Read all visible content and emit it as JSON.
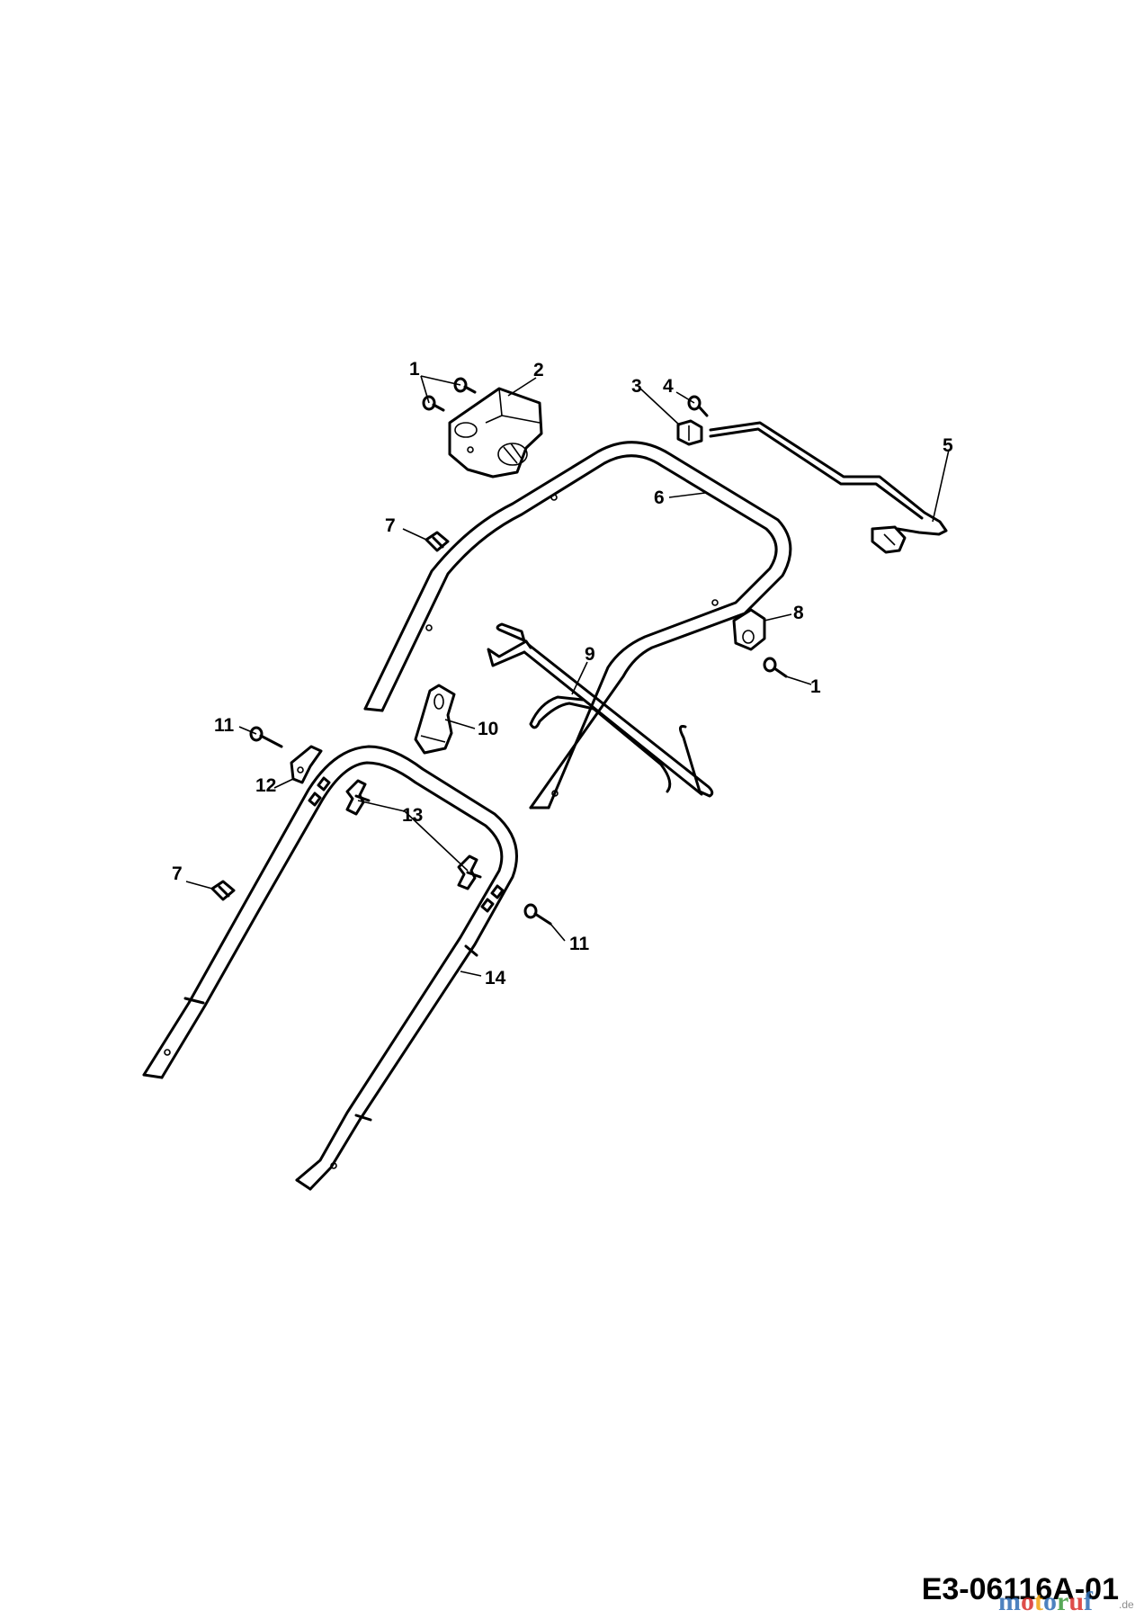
{
  "diagram": {
    "drawing_number": "E3-06116A-01",
    "callouts": [
      {
        "id": "c1a",
        "label": "1"
      },
      {
        "id": "c2",
        "label": "2"
      },
      {
        "id": "c3",
        "label": "3"
      },
      {
        "id": "c4",
        "label": "4"
      },
      {
        "id": "c5",
        "label": "5"
      },
      {
        "id": "c6",
        "label": "6"
      },
      {
        "id": "c7a",
        "label": "7"
      },
      {
        "id": "c8",
        "label": "8"
      },
      {
        "id": "c1b",
        "label": "1"
      },
      {
        "id": "c9",
        "label": "9"
      },
      {
        "id": "c11a",
        "label": "11"
      },
      {
        "id": "c10",
        "label": "10"
      },
      {
        "id": "c12",
        "label": "12"
      },
      {
        "id": "c13",
        "label": "13"
      },
      {
        "id": "c7b",
        "label": "7"
      },
      {
        "id": "c11b",
        "label": "11"
      },
      {
        "id": "c14",
        "label": "14"
      }
    ]
  },
  "watermark": {
    "parts": [
      "m",
      "o",
      "t",
      "o",
      "r",
      "u",
      "f"
    ],
    "colors": [
      "#2e6db4",
      "#d9302c",
      "#f2a30f",
      "#2e6db4",
      "#3a9a3a",
      "#d9302c",
      "#2e6db4"
    ],
    "suffix": ".de"
  }
}
